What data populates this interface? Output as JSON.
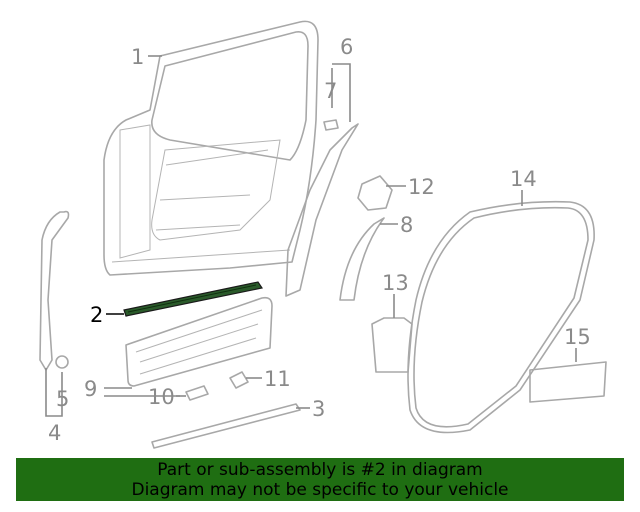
{
  "callouts": {
    "c1": "1",
    "c2": "2",
    "c3": "3",
    "c4": "4",
    "c5": "5",
    "c6": "6",
    "c7": "7",
    "c8": "8",
    "c9": "9",
    "c10": "10",
    "c11": "11",
    "c12": "12",
    "c13": "13",
    "c14": "14",
    "c15": "15"
  },
  "highlighted_part": "2",
  "colors": {
    "banner_bg": "#1f6e12",
    "line_art": "#a8a8a8",
    "highlight_part": "#2a5a2a"
  },
  "banner": {
    "line1": "Part or sub-assembly is #2 in diagram",
    "line2": "Diagram may not be specific to your vehicle"
  }
}
